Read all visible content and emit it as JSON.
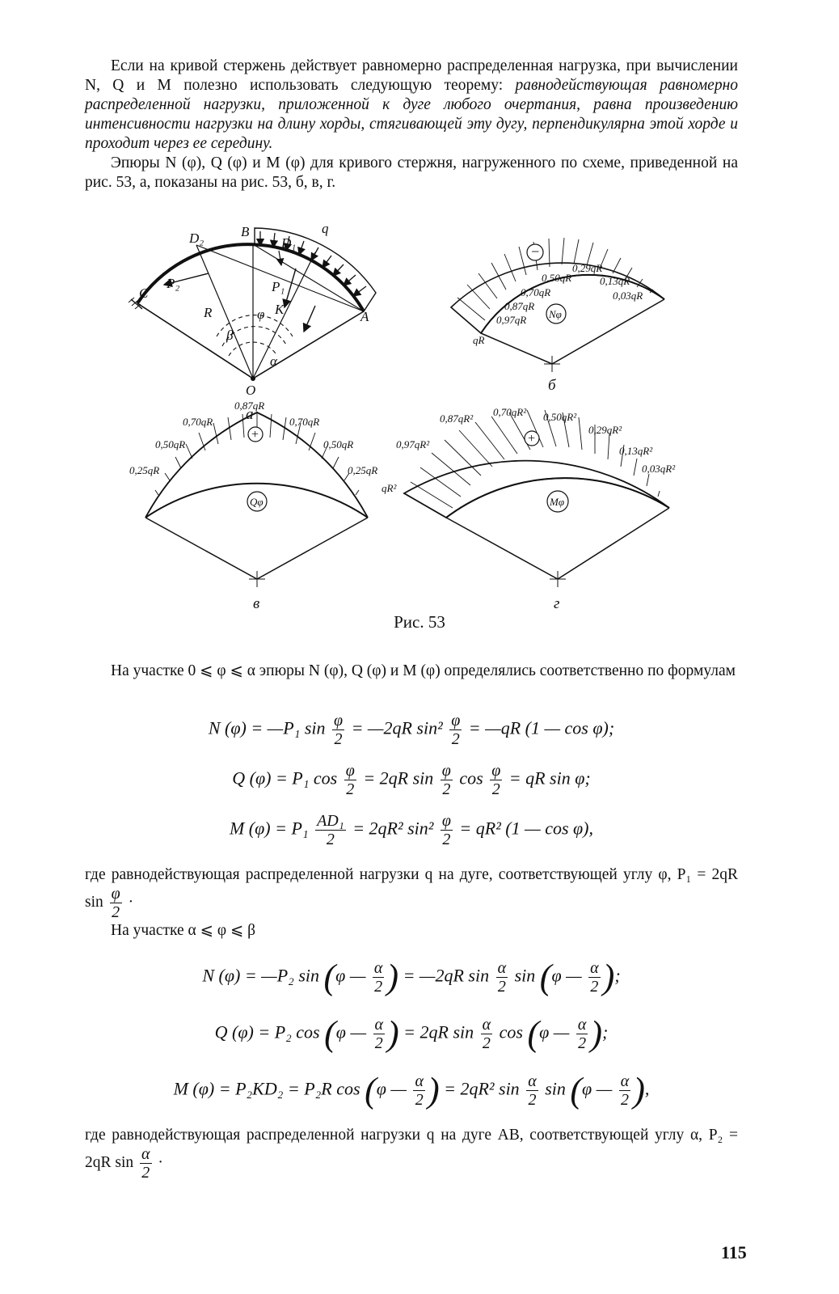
{
  "text": {
    "p1a": "Если на кривой стержень действует равномерно распределенная нагрузка, при вычислении N, Q и M полезно использовать следующую теорему: ",
    "p1b": "равнодействующая равномерно распределенной нагрузки, приложенной к дуге любого очертания, равна произведению интенсивности нагрузки на длину хорды, стягивающей эту дугу, перпендикулярна этой хорде и проходит через ее середину.",
    "p2": "Эпюры N (φ), Q (φ) и M (φ) для кривого стержня, нагруженного по схеме, приведенной на рис. 53, а, показаны на рис. 53, б, в, г.",
    "caption": "Рис. 53",
    "p3": "На участке 0 ⩽ φ ⩽ α эпюры N (φ), Q (φ) и M (φ) определялись соответственно по формулам",
    "p4a": "где равнодействующая распределенной нагрузки q на дуге, соответствующей углу φ, P₁ = 2qR sin",
    "p5": "На участке α ⩽ φ ⩽ β",
    "p6a": "где равнодействующая распределенной нагрузки q на дуге AB, соответствующей углу α, P₂ = 2qR sin",
    "page_number": "115"
  },
  "math": {
    "phi": "φ",
    "alpha": "α",
    "two": "2",
    "ad1": "AD₁",
    "dot": "·",
    "f1a": "N (φ) = —P₁ sin",
    "f1b": "= —2qR sin²",
    "f1c": "= —qR (1 — cos φ);",
    "f2a": "Q (φ) = P₁ cos",
    "f2b": "= 2qR sin",
    "f2c": "cos",
    "f2d": "= qR sin φ;",
    "f3a": "M (φ) = P₁",
    "f3b": "= 2qR² sin²",
    "f3c": "= qR² (1 — cos φ),",
    "f4a": "N (φ) = —P₂ sin",
    "f4b": "= —2qR sin",
    "f4c": "sin",
    "f4e": ";",
    "f5a": "Q (φ) = P₂ cos",
    "f5b": "= 2qR sin",
    "f5c": "cos",
    "f5e": ";",
    "f6a": "M (φ) = P₂KD₂ = P₂R cos",
    "f6b": "= 2qR² sin",
    "f6c": "sin",
    "f6e": ",",
    "phi_minus": "φ —"
  },
  "figure": {
    "a": {
      "letter": "а",
      "B": "B",
      "q": "q",
      "D2": "D₂",
      "D1": "D₁",
      "C": "C",
      "A": "A",
      "O": "O",
      "K": "K",
      "R": "R",
      "P1": "P₁",
      "P2": "P₂",
      "beta": "β",
      "phi": "φ",
      "alpha": "α"
    },
    "b": {
      "letter": "б",
      "sign": "−",
      "label": "Nφ",
      "vals": [
        "qR",
        "0,97qR",
        "0,87qR",
        "0,70qR",
        "0,50qR",
        "0,29qR",
        "0,13qR",
        "0,03qR"
      ]
    },
    "v": {
      "letter": "в",
      "sign": "+",
      "label": "Qφ",
      "left": [
        "0,25qR",
        "0,50qR",
        "0,70qR"
      ],
      "top": "0,87qR",
      "right": [
        "0,70qR",
        "0,50qR",
        "0,25qR"
      ]
    },
    "g": {
      "letter": "г",
      "sign": "+",
      "label": "Mφ",
      "vals": [
        "qR²",
        "0,97qR²",
        "0,87qR²",
        "0,70qR²",
        "0,50qR²",
        "0,29qR²",
        "0,13qR²",
        "0,03qR²"
      ]
    }
  }
}
